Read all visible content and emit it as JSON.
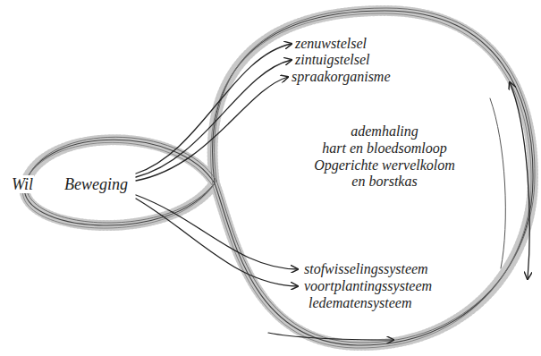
{
  "diagram": {
    "nodes": [
      {
        "text": [
          "Wil",
          "Beweging"
        ]
      },
      {
        "text": [
          "zenuwstelsel",
          "zintuigstelsel",
          "spraakorganisme",
          "ademhaling",
          "hart en bloedsomloop",
          "Opgerichte wervelkolom en borstkas",
          "stofwisselingssysteem",
          "voortplantingssysteem",
          "ledematensysteem"
        ]
      }
    ]
  }
}
